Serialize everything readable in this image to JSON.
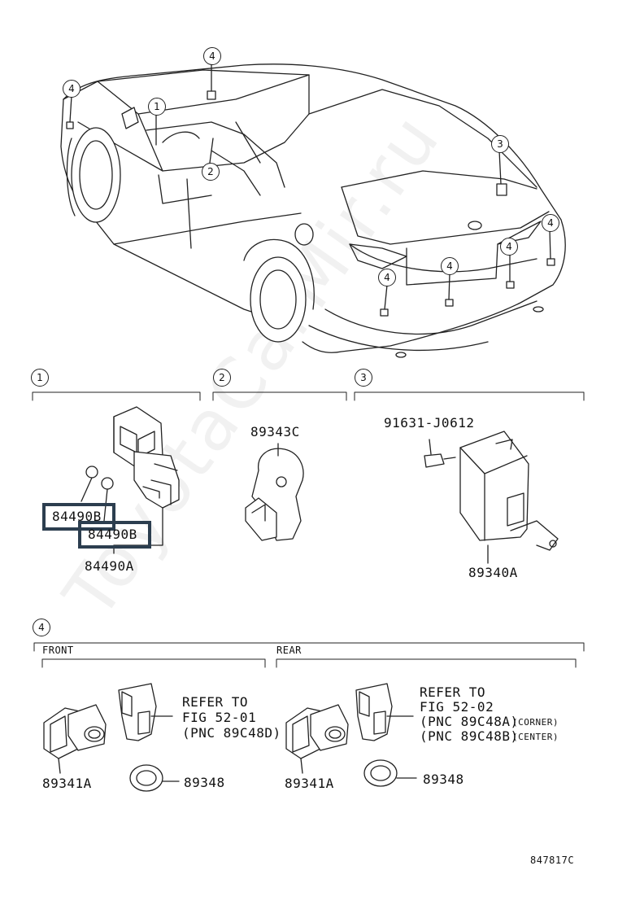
{
  "watermark": "ToyotaCarMir.ru",
  "callouts": {
    "one": "1",
    "two": "2",
    "three": "3",
    "four": "4"
  },
  "sections": {
    "s1": {
      "num": "1"
    },
    "s2": {
      "num": "2"
    },
    "s3": {
      "num": "3"
    },
    "s4": {
      "num": "4",
      "front": "FRONT",
      "rear": "REAR"
    }
  },
  "parts": {
    "p84490B_a": "84490B",
    "p84490B_b": "84490B",
    "p84490A": "84490A",
    "p89343C": "89343C",
    "p91631": "91631-J0612",
    "p89340A": "89340A",
    "front_sensor": "89341A",
    "front_ring": "89348",
    "rear_sensor": "89341A",
    "rear_ring": "89348"
  },
  "refs": {
    "front": {
      "l1": "REFER TO",
      "l2": "FIG 52-01",
      "l3": "(PNC 89C48D)"
    },
    "rear": {
      "l1": "REFER TO",
      "l2": "FIG 52-02",
      "l3": "(PNC 89C48A)",
      "l3s": "(CORNER)",
      "l4": "(PNC 89C48B)",
      "l4s": "(CENTER)"
    }
  },
  "fig_code": "847817C",
  "colors": {
    "line": "#222222",
    "highlight": "#2c3e4f"
  }
}
